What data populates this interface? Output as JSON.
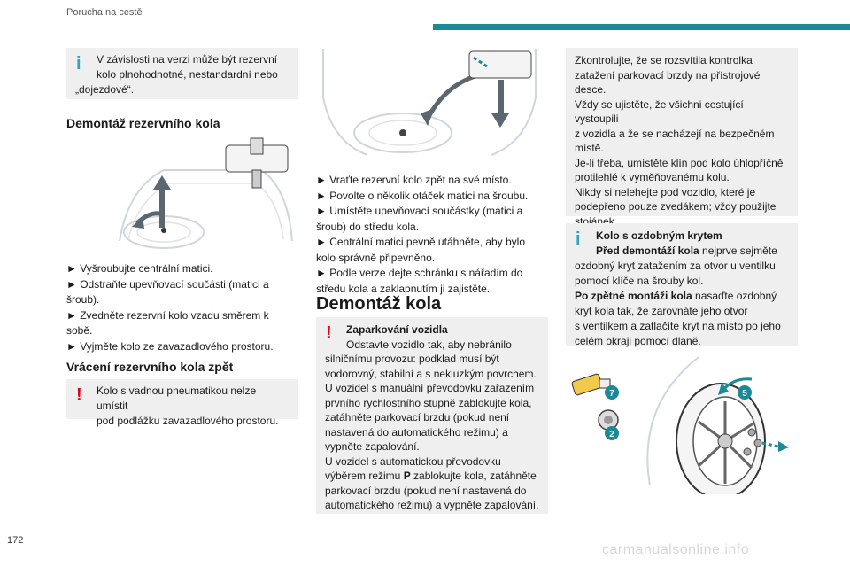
{
  "header": {
    "section_title": "Porucha na cestě"
  },
  "page_number": "172",
  "watermark": "carmanualsonline.info",
  "col1": {
    "info_box_lines": [
      "V závislosti na verzi může být rezervní",
      "kolo plnohodnotné, nestandardní nebo",
      "„dojezdové“."
    ],
    "heading_removal": "Demontáž rezervního kola",
    "removal_steps": [
      "► Vyšroubujte centrální matici.",
      "► Odstraňte upevňovací součásti (matici a",
      "šroub).",
      "► Zvedněte rezervní kolo vzadu směrem k",
      "sobě.",
      "► Vyjměte kolo ze zavazadlového prostoru."
    ],
    "heading_return": "Vrácení rezervního kola zpět",
    "warn_box_lines": [
      "Kolo s vadnou pneumatikou nelze umístit",
      "pod podlážku zavazadlového prostoru."
    ]
  },
  "col2": {
    "refit_steps": [
      "► Vraťte rezervní kolo zpět na své místo.",
      "► Povolte o několik otáček matici na šroubu.",
      "► Umístěte upevňovací součástky (matici a",
      "šroub) do středu kola.",
      "► Centrální matici pevně utáhněte, aby bylo",
      "kolo správně připevněno.",
      "► Podle verze dejte schránku s nářadím do",
      "středu kola a zaklapnutím ji zajistěte."
    ],
    "heading_wheel": "Demontáž kola",
    "parking_title": "Zaparkování vozidla",
    "parking_lines": [
      "Odstavte vozidlo tak, aby nebránilo",
      "silničnímu provozu: podklad musí být",
      "vodorovný, stabilní a s nekluzkým povrchem.",
      "U vozidel s manuální převodovku zařazením",
      "prvního rychlostního stupně zablokujte kola,",
      "zatáhněte parkovací brzdu (pokud není",
      "nastavená do automatického režimu) a",
      "vypněte zapalování.",
      "U vozidel s automatickou převodovku"
    ],
    "parking_p_pre": "výběrem režimu ",
    "parking_p_bold": "P",
    "parking_p_post": " zablokujte kola, zatáhněte",
    "parking_tail": [
      "parkovací brzdu (pokud není nastavená do",
      "automatického režimu) a vypněte zapalování."
    ]
  },
  "col3": {
    "check_lines": [
      "Zkontrolujte, že se rozsvítila kontrolka",
      "zatažení parkovací brzdy na přístrojové",
      "desce.",
      "Vždy se ujistěte, že všichni cestující vystoupili",
      "z vozidla a že se nacházejí na bezpečném",
      "místě.",
      "Je-li třeba, umístěte klín pod kolo úhlopříčně",
      "protilehlé k vyměňovanému kolu.",
      "Nikdy si nelehejte pod vozidlo, které je",
      "podepřeno pouze zvedákem; vždy použijte",
      "stojánek."
    ],
    "hubcap_title": "Kolo s ozdobným krytem",
    "hubcap_l1_bold": "Před demontáží kola",
    "hubcap_l1_rest": " nejprve sejměte",
    "hubcap_lines_a": [
      "ozdobný kryt zatažením za otvor u ventilku",
      "pomocí klíče na šrouby kol."
    ],
    "hubcap_l4_bold": "Po zpětné montáži kola",
    "hubcap_l4_rest": " nasaďte ozdobný",
    "hubcap_lines_b": [
      "kryt kola tak, že zarovnáte jeho otvor",
      "s ventilkem a zatlačíte kryt na místo po jeho",
      "celém okraji pomocí dlaně."
    ],
    "callouts": [
      "7",
      "5",
      "2"
    ]
  },
  "colors": {
    "accent": "#1b8a96",
    "info": "#2fa6c0",
    "warning": "#e2001a",
    "box_bg": "#efefef"
  }
}
